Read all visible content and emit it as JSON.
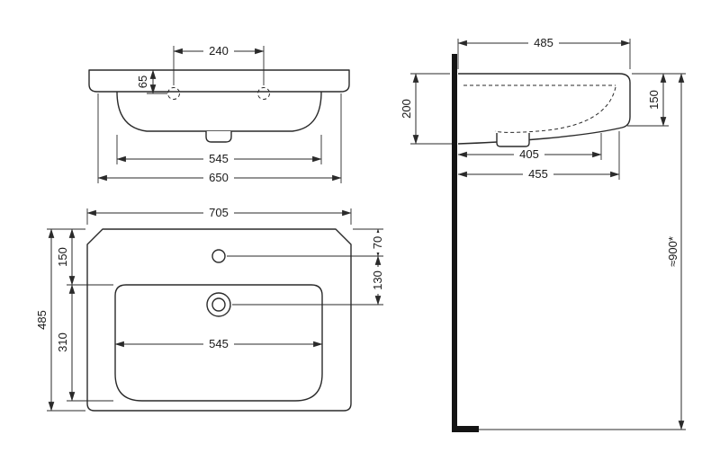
{
  "drawing": {
    "type": "washbasin technical dimension drawing",
    "views": {
      "front": {
        "dims": {
          "hole_spacing": "240",
          "rim_to_hole": "65",
          "bowl_width": "545",
          "body_width": "650"
        }
      },
      "side": {
        "dims": {
          "overall_depth": "485",
          "back_height": "200",
          "front_height": "150",
          "inner_depth": "405",
          "body_depth": "455",
          "mounting_height": "≈900*"
        }
      },
      "top": {
        "dims": {
          "overall_width": "705",
          "edge_to_tap": "70",
          "tap_to_drain": "130",
          "edge_to_bowl": "150",
          "bowl_depth": "310",
          "overall_height": "485",
          "bowl_width": "545"
        }
      }
    }
  }
}
